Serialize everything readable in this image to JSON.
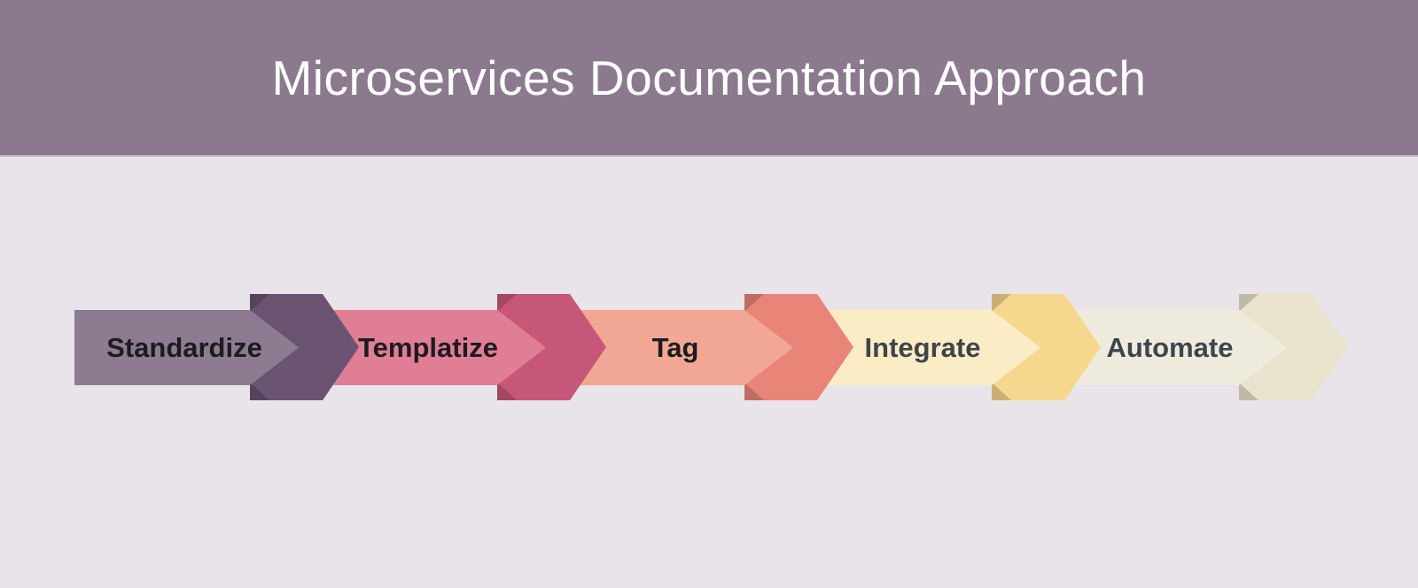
{
  "title": "Microservices Documentation Approach",
  "theme": {
    "header_bg": "#8b7a8e",
    "page_bg": "#e8e4e9",
    "title_color": "#ffffff",
    "fold_shade": "rgba(0,0,0,0.18)"
  },
  "diagram": {
    "steps": [
      {
        "label": "Standardize",
        "bar_color": "#8d7b92",
        "chevron_color": "#6a5471",
        "text_color": "#1c1c1e"
      },
      {
        "label": "Templatize",
        "bar_color": "#e07e96",
        "chevron_color": "#c75778",
        "text_color": "#1c1c1e"
      },
      {
        "label": "Tag",
        "bar_color": "#f2a795",
        "chevron_color": "#e98578",
        "text_color": "#1c1c1e"
      },
      {
        "label": "Integrate",
        "bar_color": "#faecc5",
        "chevron_color": "#f6d78e",
        "text_color": "#3f444c"
      },
      {
        "label": "Automate",
        "bar_color": "#eeebdd",
        "chevron_color": "#e9e3cd",
        "text_color": "#3f444c"
      }
    ]
  }
}
